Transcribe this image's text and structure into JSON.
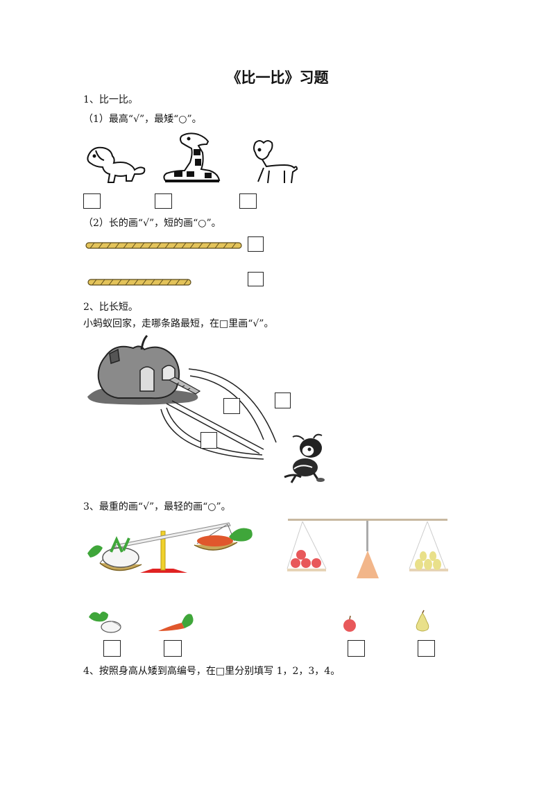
{
  "title": "《比一比》习题",
  "q1": {
    "heading": "1、比一比。",
    "part1": "（1）最高“√”，最矮“○”。",
    "part2": "（2）长的画“√”，短的画“○”。",
    "animal_icons": [
      "dog-drawing",
      "giraffe-drawing",
      "deer-drawing"
    ],
    "rope_icons": [
      "long-rope",
      "short-rope"
    ]
  },
  "q2": {
    "heading": "2、比长短。",
    "text": "小蚂蚁回家，走哪条路最短，在□里画“√”。",
    "icons": [
      "apple-house",
      "ant"
    ]
  },
  "q3": {
    "heading": "3、最重的画“√”，最轻的画“○”。",
    "icons": [
      "radish",
      "carrot",
      "apple",
      "pear",
      "balance-scale"
    ],
    "colors": {
      "carrot": "#e0572c",
      "apple": "#e8585a",
      "pear": "#e9e08a",
      "stand": "#f2b68a",
      "leaf": "#3fa63a"
    }
  },
  "q4": {
    "heading": "4、按照身高从矮到高编号，在□里分别填写 1，2，3，4。"
  }
}
